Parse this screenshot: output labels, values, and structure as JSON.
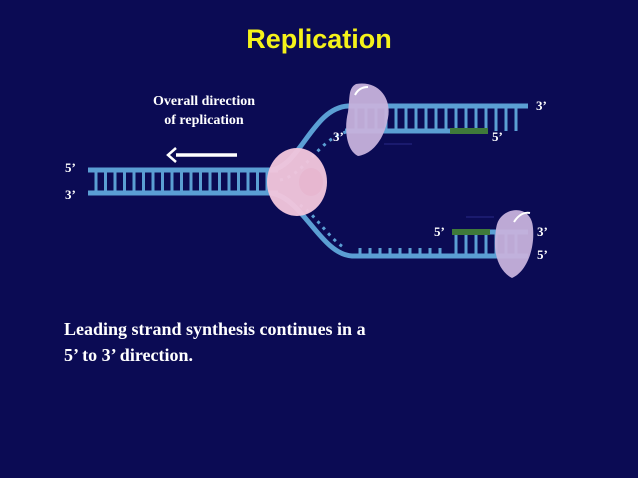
{
  "slide": {
    "title": "Replication",
    "direction_label": [
      "Overall direction",
      "of replication"
    ],
    "caption": [
      "Leading strand synthesis continues in a",
      "5’ to 3’ direction."
    ]
  },
  "labels": {
    "parent_top_5": "5’",
    "parent_bottom_3": "3’",
    "upper_fork_3_right": "3’",
    "upper_new_3": "3’",
    "upper_new_5": "5’",
    "lower_fork_3_right": "3’",
    "lower_fork_5_right": "5’",
    "lower_new_5": "5’"
  },
  "colors": {
    "background": "#0b0b54",
    "title": "#f5f21a",
    "strand": "#5b9fd4",
    "primer": "#3f7a3a",
    "helicase": "#f1c6dc",
    "polymerase": "#c7b2dc"
  }
}
